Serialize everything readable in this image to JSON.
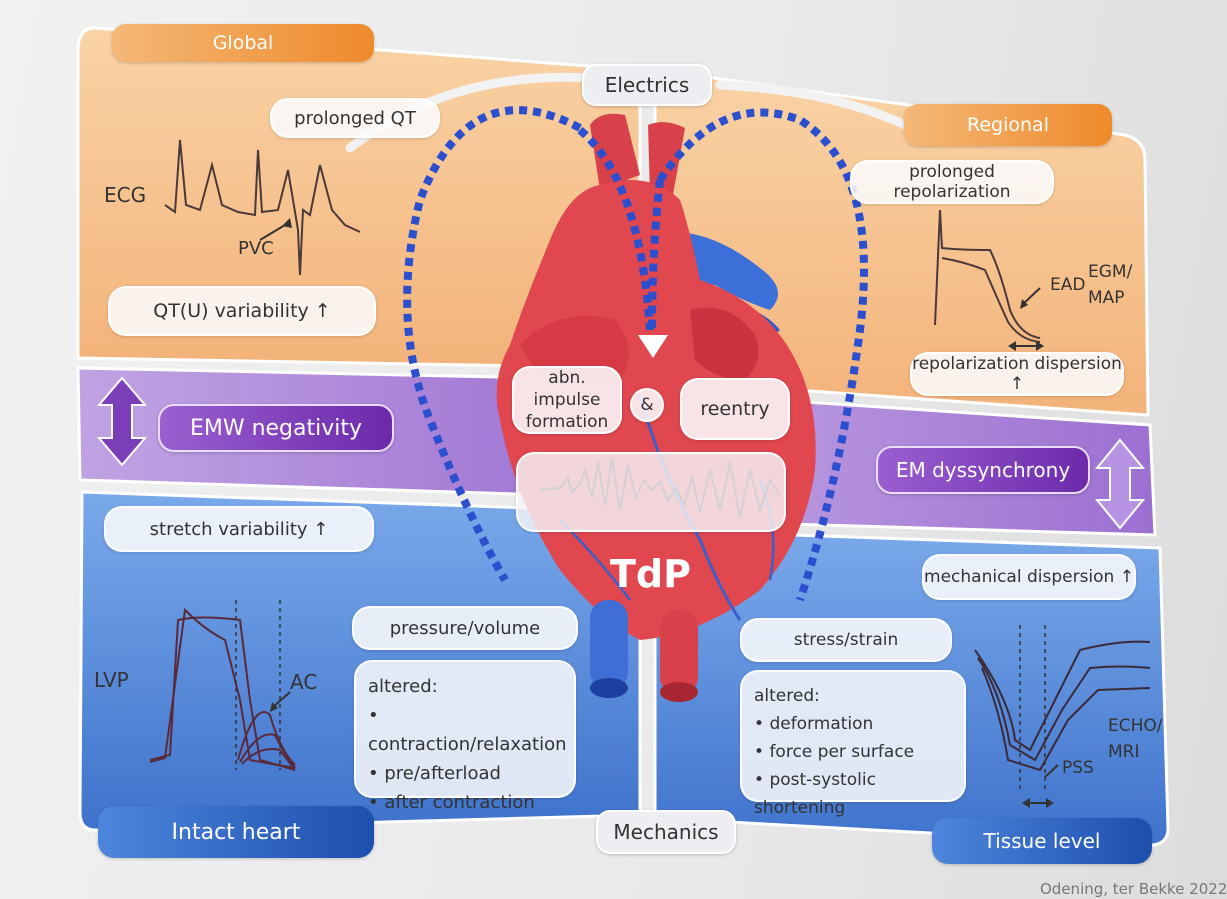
{
  "header": {
    "electrics": "Electrics",
    "mechanics": "Mechanics"
  },
  "global": {
    "title": "Global",
    "prolonged_qt": "prolonged QT",
    "ecg_label": "ECG",
    "pvc_label": "PVC",
    "qt_variability": "QT(U) variability ↑"
  },
  "regional": {
    "title": "Regional",
    "prolonged_repol": "prolonged repolarization",
    "ead_label": "EAD",
    "egm_label_1": "EGM/",
    "egm_label_2": "MAP",
    "repol_dispersion": "repolarization dispersion ↑"
  },
  "middle": {
    "emw": "EMW negativity",
    "em_dyssync": "EM dyssynchrony",
    "abn_impulse_1": "abn. impulse",
    "abn_impulse_2": "formation",
    "ampersand": "&",
    "reentry": "reentry",
    "tdp": "TdP"
  },
  "intact": {
    "title": "Intact heart",
    "stretch": "stretch variability ↑",
    "lvp_label": "LVP",
    "ac_label": "AC",
    "pressure_volume": "pressure/volume",
    "altered_title": "altered:",
    "altered_items": [
      "contraction/relaxation",
      "pre/afterload",
      "after contraction"
    ]
  },
  "tissue": {
    "title": "Tissue level",
    "mech_dispersion": "mechanical dispersion ↑",
    "stress_strain": "stress/strain",
    "echo_label_1": "ECHO/",
    "echo_label_2": "MRI",
    "pss_label": "PSS",
    "altered_title": "altered:",
    "altered_items": [
      "deformation",
      "force per surface",
      "post-systolic shortening"
    ]
  },
  "citation": "Odening, ter Bekke 2022",
  "colors": {
    "orange_panel": "#f6c48f",
    "purple_band": "#a77fd3",
    "blue_panel": "#5a8fdb",
    "heart_red": "#e0474f",
    "dotted_arrow": "#2b4fcf"
  }
}
